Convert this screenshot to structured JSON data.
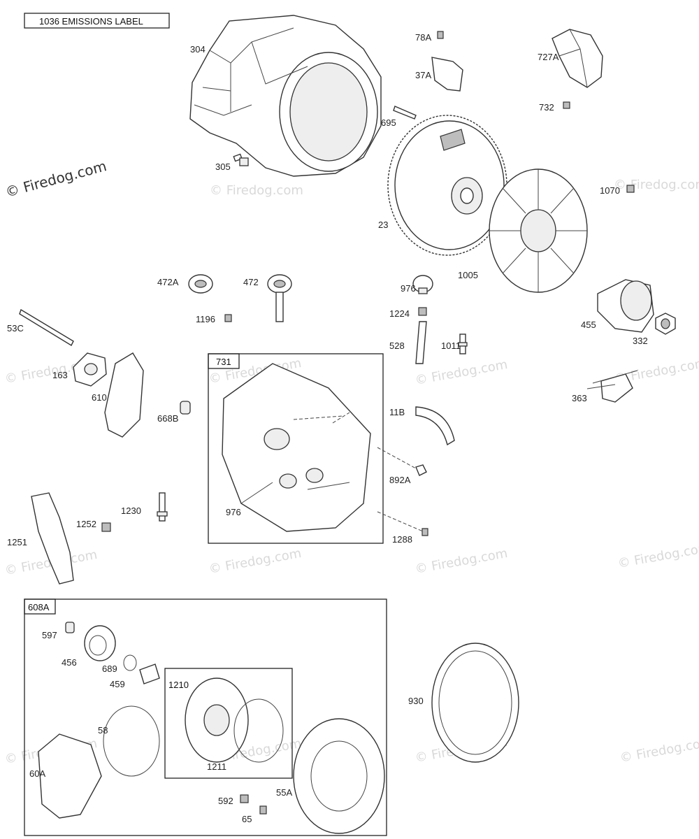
{
  "emissions_label": "1036 EMISSIONS LABEL",
  "copyright": "© Firedog.com",
  "watermark": "© Firedog.com",
  "groups": {
    "g731": "731",
    "g608a": "608A",
    "g1210": "1210"
  },
  "parts": {
    "p304": "304",
    "p305": "305",
    "p78a": "78A",
    "p37a": "37A",
    "p695": "695",
    "p727a": "727A",
    "p732": "732",
    "p23": "23",
    "p1070": "1070",
    "p1005": "1005",
    "p472a": "472A",
    "p472": "472",
    "p1196": "1196",
    "p976a": "976",
    "p1224": "1224",
    "p528": "528",
    "p1011": "1011",
    "p455": "455",
    "p332": "332",
    "p53c": "53C",
    "p163": "163",
    "p610": "610",
    "p668b": "668B",
    "p11b": "11B",
    "p363": "363",
    "p892a": "892A",
    "p976b": "976",
    "p1288": "1288",
    "p1230": "1230",
    "p1252": "1252",
    "p1251": "1251",
    "p597": "597",
    "p456": "456",
    "p689": "689",
    "p459": "459",
    "p58": "58",
    "p60a": "60A",
    "p1211": "1211",
    "p592": "592",
    "p65": "65",
    "p55a": "55A",
    "p930": "930"
  }
}
